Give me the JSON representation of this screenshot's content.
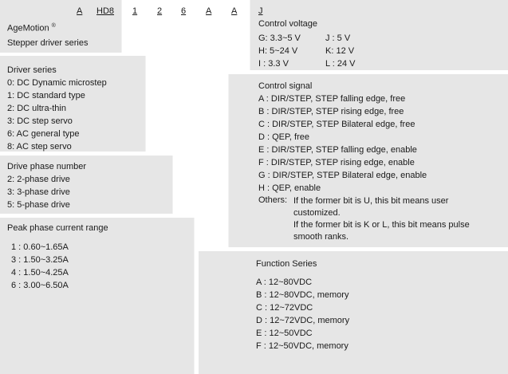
{
  "codes": [
    "A",
    "HD8",
    "1",
    "2",
    "6",
    "A",
    "A",
    "J"
  ],
  "brand": {
    "name": "AgeMotion",
    "mark": "®"
  },
  "series_title": "Stepper driver series",
  "driver_series": {
    "title": "Driver series",
    "items": [
      "0: DC  Dynamic microstep",
      "1: DC standard type",
      "2: DC ultra-thin",
      "3: DC step servo",
      "6: AC general type",
      "8: AC step servo"
    ]
  },
  "phase_number": {
    "title": "Drive phase number",
    "items": [
      "2: 2-phase drive",
      "3: 3-phase drive",
      "5: 5-phase drive"
    ]
  },
  "peak_current": {
    "title": "Peak phase current range",
    "items": [
      "1 : 0.60~1.65A",
      "3 : 1.50~3.25A",
      "4 : 1.50~4.25A",
      "6 : 3.00~6.50A"
    ]
  },
  "control_voltage": {
    "title": "Control voltage",
    "rows": [
      [
        "G: 3.3~5  V",
        "J : 5    V"
      ],
      [
        "H: 5~24   V",
        "K: 12  V"
      ],
      [
        "I : 3.3  V",
        "L : 24  V"
      ]
    ]
  },
  "control_signal": {
    "title": "Control signal",
    "items": [
      "A : DIR/STEP, STEP falling edge, free",
      "B : DIR/STEP, STEP rising edge, free",
      "C : DIR/STEP, STEP Bilateral edge, free",
      "D : QEP, free",
      "E : DIR/STEP, STEP falling edge, enable",
      "F : DIR/STEP, STEP rising edge, enable",
      "G : DIR/STEP, STEP Bilateral edge, enable",
      "H : QEP, enable"
    ],
    "others_label": "Others:",
    "others_lines": [
      "If the former bit is U, this bit means user customized.",
      "If the former bit is K or L, this bit means pulse smooth ranks."
    ]
  },
  "function_series": {
    "title": "Function Series",
    "items": [
      "A : 12~80VDC",
      "B : 12~80VDC, memory",
      "C : 12~72VDC",
      "D : 12~72VDC, memory",
      "E : 12~50VDC",
      "F : 12~50VDC, memory"
    ]
  }
}
